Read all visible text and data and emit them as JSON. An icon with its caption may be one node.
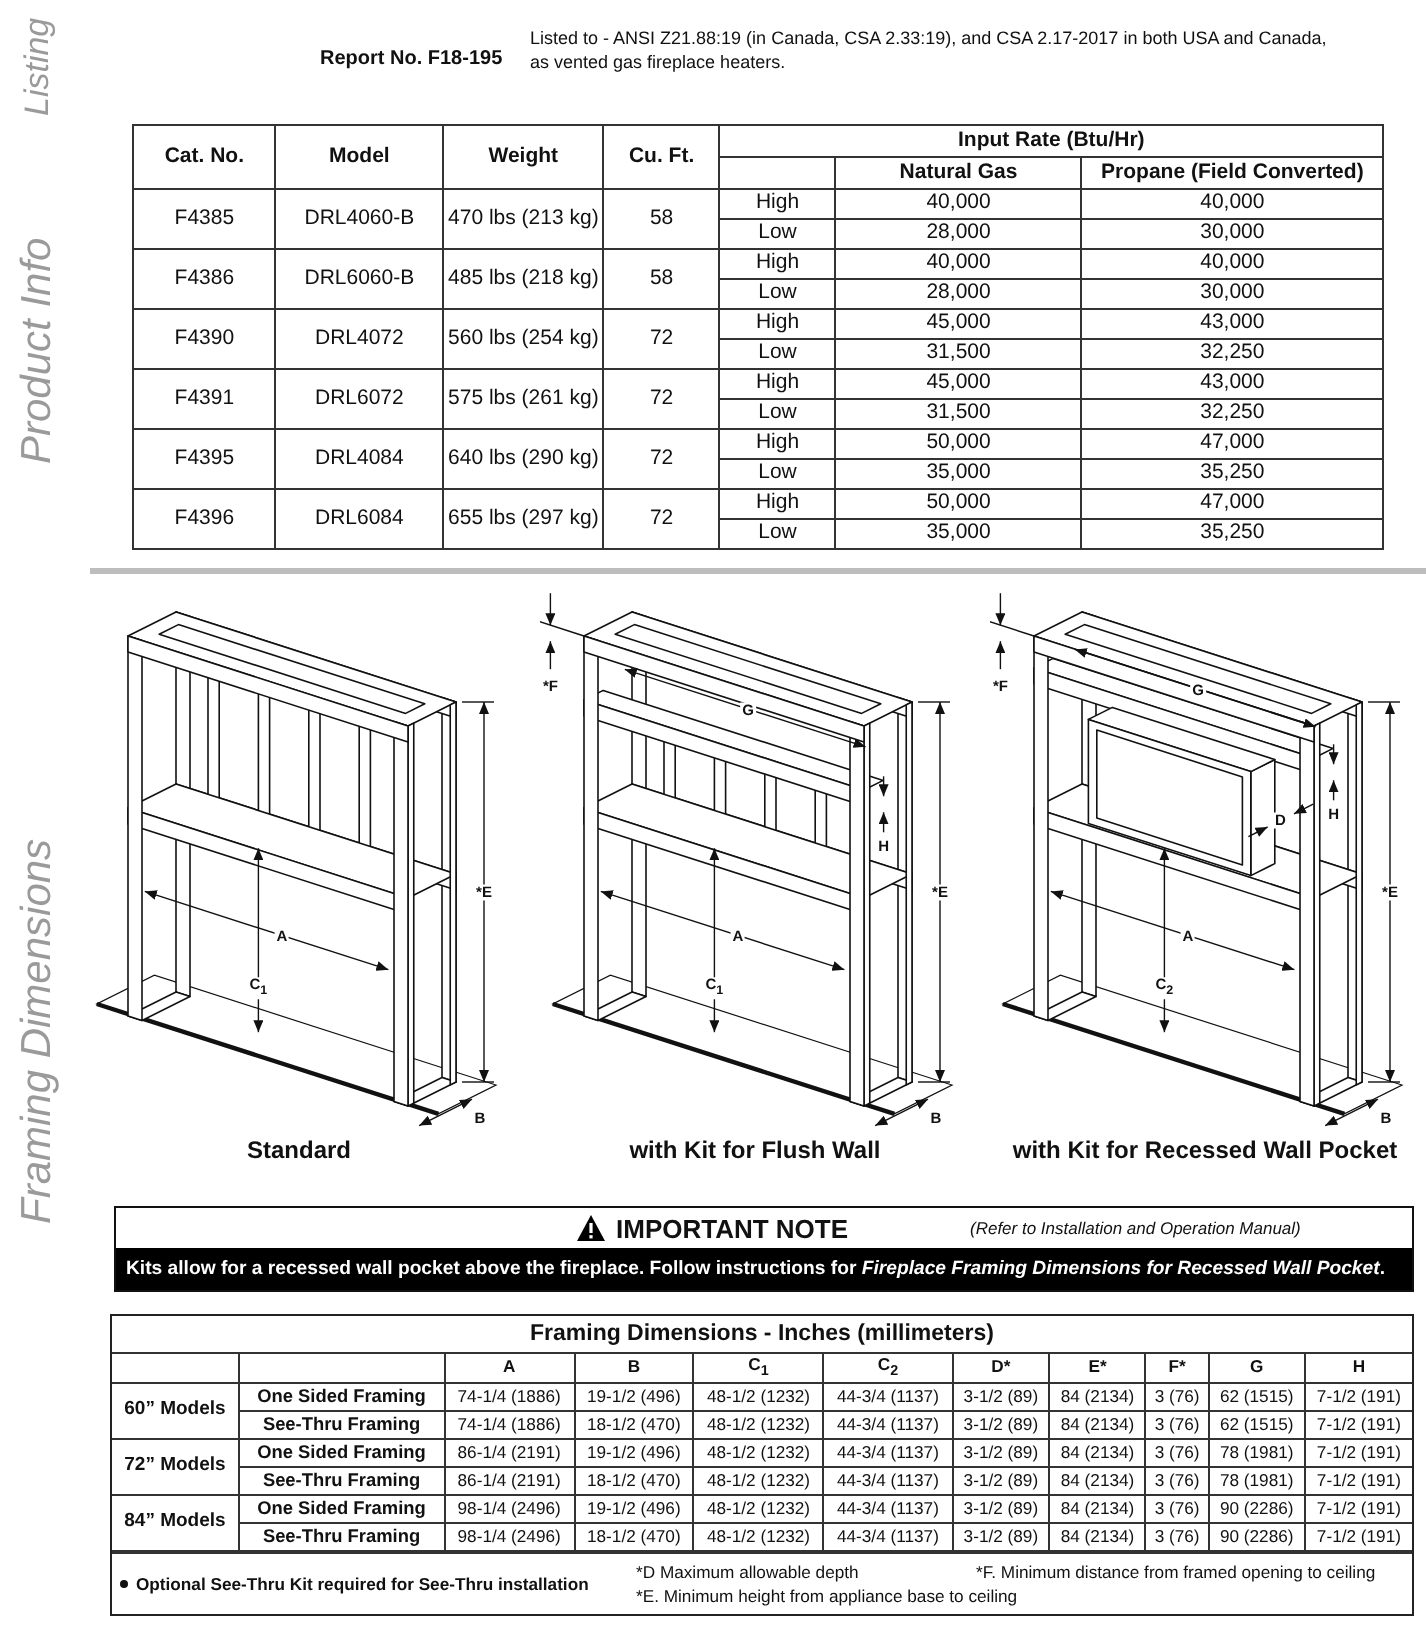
{
  "diagram": {
    "nodes": [
      {
        "text": [],
        "shape": "picture",
        "beside": [
          "Standard"
        ]
      },
      {
        "text": [],
        "shape": "picture",
        "beside": [
          "with Kit for Flush Wall"
        ]
      },
      {
        "text": [],
        "shape": "picture",
        "beside": [
          "with Kit for Recessed Wall Pocket"
        ]
      },
      {
        "text": [
          "IMPORTANT NOTE",
          "(Refer to Installation and Operation Manual)",
          "Kits allow for a recessed wall pocket above the fireplace. Follow instructions for *Fireplace Framing Dimensions for Recessed Wall Pocket*."
        ]
      }
    ],
    "labels": [
      "Listing",
      "Report No. F18-195",
      "Listed to - ANSI Z21.88:19 (in Canada, CSA 2.33:19), and CSA 2.17-2017 in both USA and Canada, as vented gas fireplace heaters.",
      "Product Info",
      "Cat. No.",
      "Model",
      "Weight",
      "Cu. Ft.",
      "Input Rate (Btu/Hr)",
      "Natural Gas",
      "Propane (Field Converted)",
      "F4385",
      "DRL4060-B",
      "470 lbs (213 kg)",
      "58",
      "High",
      "40,000",
      "40,000",
      "Low",
      "28,000",
      "30,000",
      "F4386",
      "DRL6060-B",
      "485 lbs (218 kg)",
      "58",
      "High",
      "40,000",
      "40,000",
      "Low",
      "28,000",
      "30,000",
      "F4390",
      "DRL4072",
      "560 lbs (254 kg)",
      "72",
      "High",
      "45,000",
      "43,000",
      "Low",
      "31,500",
      "32,250",
      "F4391",
      "DRL6072",
      "575 lbs (261 kg)",
      "72",
      "High",
      "45,000",
      "43,000",
      "Low",
      "31,500",
      "32,250",
      "F4395",
      "DRL4084",
      "640 lbs (290 kg)",
      "72",
      "High",
      "50,000",
      "47,000",
      "Low",
      "35,000",
      "35,250",
      "F4396",
      "DRL6084",
      "655 lbs (297 kg)",
      "72",
      "High",
      "50,000",
      "47,000",
      "Low",
      "35,000",
      "35,250",
      "Framing Dimensions",
      "A",
      "C$_{1}$",
      "*E",
      "B",
      "*F",
      "G",
      "H",
      "*E",
      "A",
      "C$_{1}$",
      "B",
      "*F",
      "G",
      "H",
      "D",
      "*E",
      "A",
      "C$_{2}$",
      "B",
      "Framing Dimensions - Inches (millimeters)",
      "A",
      "B",
      "C$_{1}$",
      "C$_{2}$",
      "D*",
      "E*",
      "F*",
      "G",
      "H",
      "60” Models",
      "One Sided Framing",
      "74-1/4 (1886)",
      "19-1/2 (496)",
      "48-1/2 (1232)",
      "44-3/4 (1137)",
      "3-1/2 (89)",
      "84 (2134)",
      "3 (76)",
      "62 (1515)",
      "7-1/2 (191)",
      "See-Thru Framing",
      "74-1/4 (1886)",
      "18-1/2 (470)",
      "48-1/2 (1232)",
      "44-3/4 (1137)",
      "3-1/2 (89)",
      "84 (2134)",
      "3 (76)",
      "62 (1515)",
      "7-1/2 (191)",
      "72” Models",
      "One Sided Framing",
      "86-1/4 (2191)",
      "19-1/2 (496)",
      "48-1/2 (1232)",
      "44-3/4 (1137)",
      "3-1/2 (89)",
      "84 (2134)",
      "3 (76)",
      "78 (1981)",
      "7-1/2 (191)",
      "See-Thru Framing",
      "86-1/4 (2191)",
      "18-1/2 (470)",
      "48-1/2 (1232)",
      "44-3/4 (1137)",
      "3-1/2 (89)",
      "84 (2134)",
      "3 (76)",
      "78 (1981)",
      "7-1/2 (191)",
      "84” Models",
      "One Sided Framing",
      "98-1/4 (2496)",
      "19-1/2 (496)",
      "48-1/2 (1232)",
      "44-3/4 (1137)",
      "3-1/2 (89)",
      "84 (2134)",
      "3 (76)",
      "90 (2286)",
      "7-1/2 (191)",
      "See-Thru Framing",
      "98-1/4 (2496)",
      "18-1/2 (470)",
      "48-1/2 (1232)",
      "44-3/4 (1137)",
      "3-1/2 (89)",
      "84 (2134)",
      "3 (76)",
      "90 (2286)",
      "7-1/2 (191)",
      "Optional See-Thru Kit required for See-Thru installation",
      "*D Maximum allowable depth",
      "*E. Minimum height from appliance base to ceiling",
      "*F. Minimum distance from framed opening to ceiling"
    ]
  }
}
